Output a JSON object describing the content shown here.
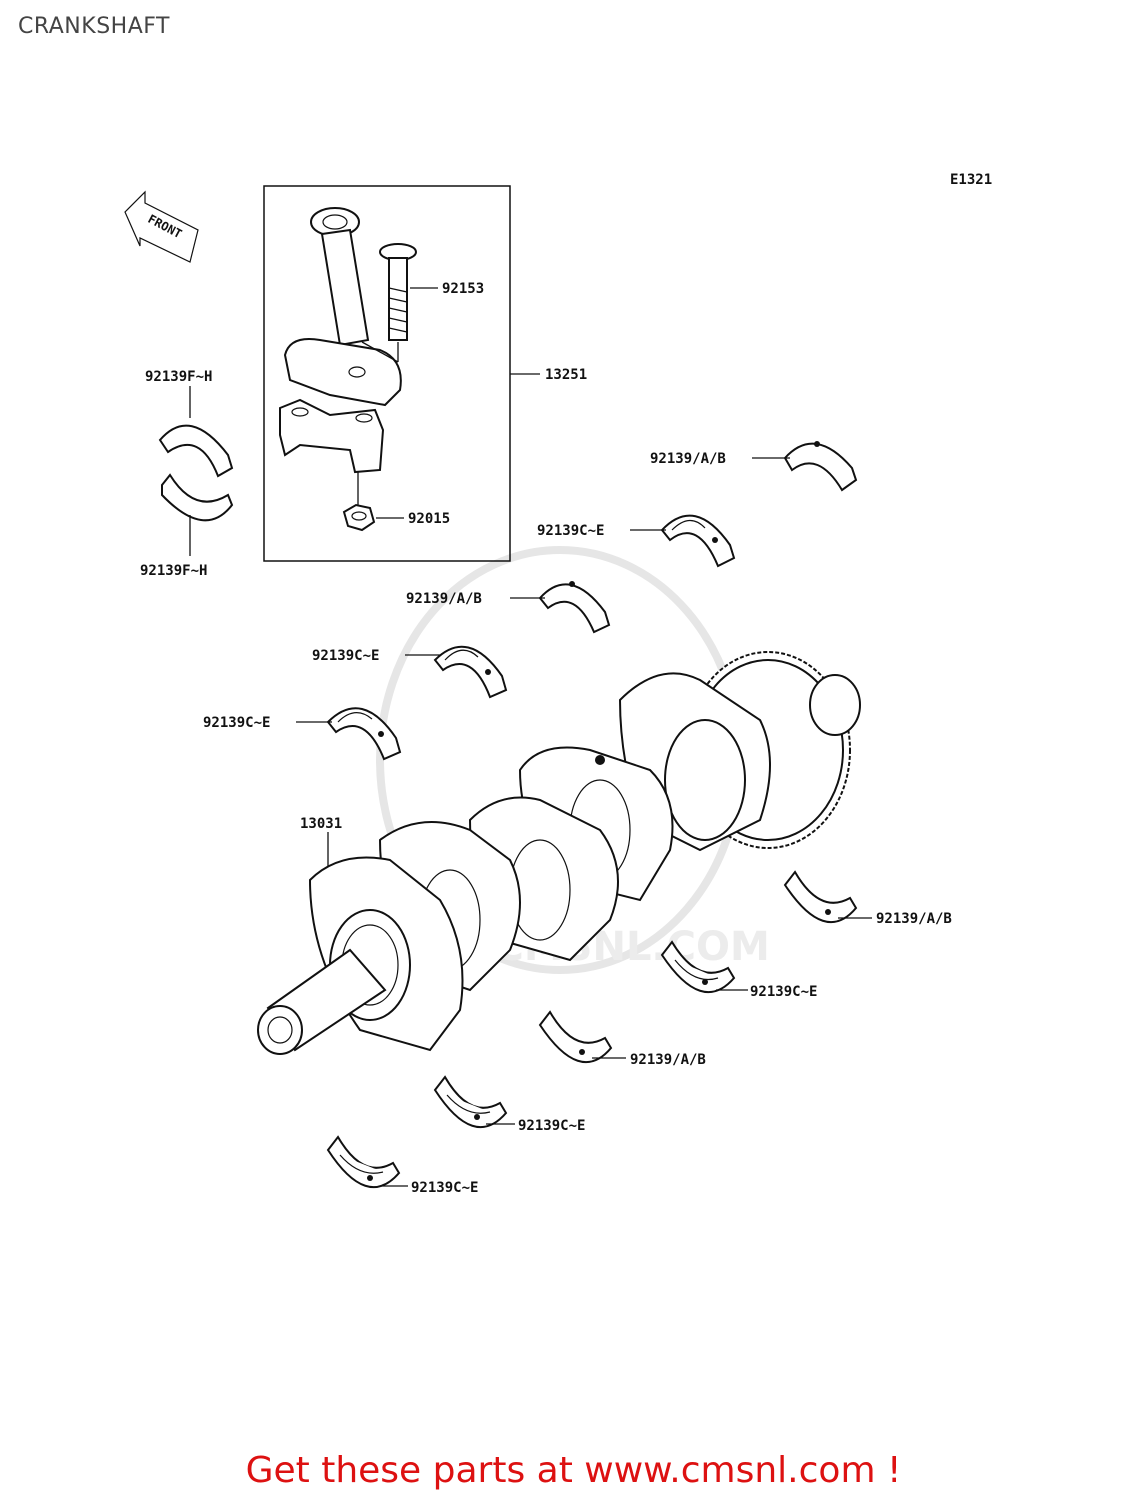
{
  "page": {
    "title": "CRANKSHAFT",
    "diagram_code": "E1321",
    "front_marker": "FRONT",
    "footer": "Get these parts at www.cmsnl.com !",
    "watermark": "WWW.CMSNL.COM",
    "colors": {
      "footer": "#dd1111",
      "lines": "#111111"
    }
  },
  "parts": {
    "p92153": "92153",
    "p13251": "13251",
    "p92015": "92015",
    "p92139FH_top": "92139F~H",
    "p92139FH_bottom": "92139F~H",
    "p92139AB_1": "92139/A/B",
    "p92139CE_1": "92139C~E",
    "p92139AB_2": "92139/A/B",
    "p92139CE_2": "92139C~E",
    "p92139CE_3": "92139C~E",
    "p13031": "13031",
    "p92139AB_3": "92139/A/B",
    "p92139CE_4": "92139C~E",
    "p92139AB_4": "92139/A/B",
    "p92139CE_5": "92139C~E",
    "p92139CE_6": "92139C~E"
  }
}
